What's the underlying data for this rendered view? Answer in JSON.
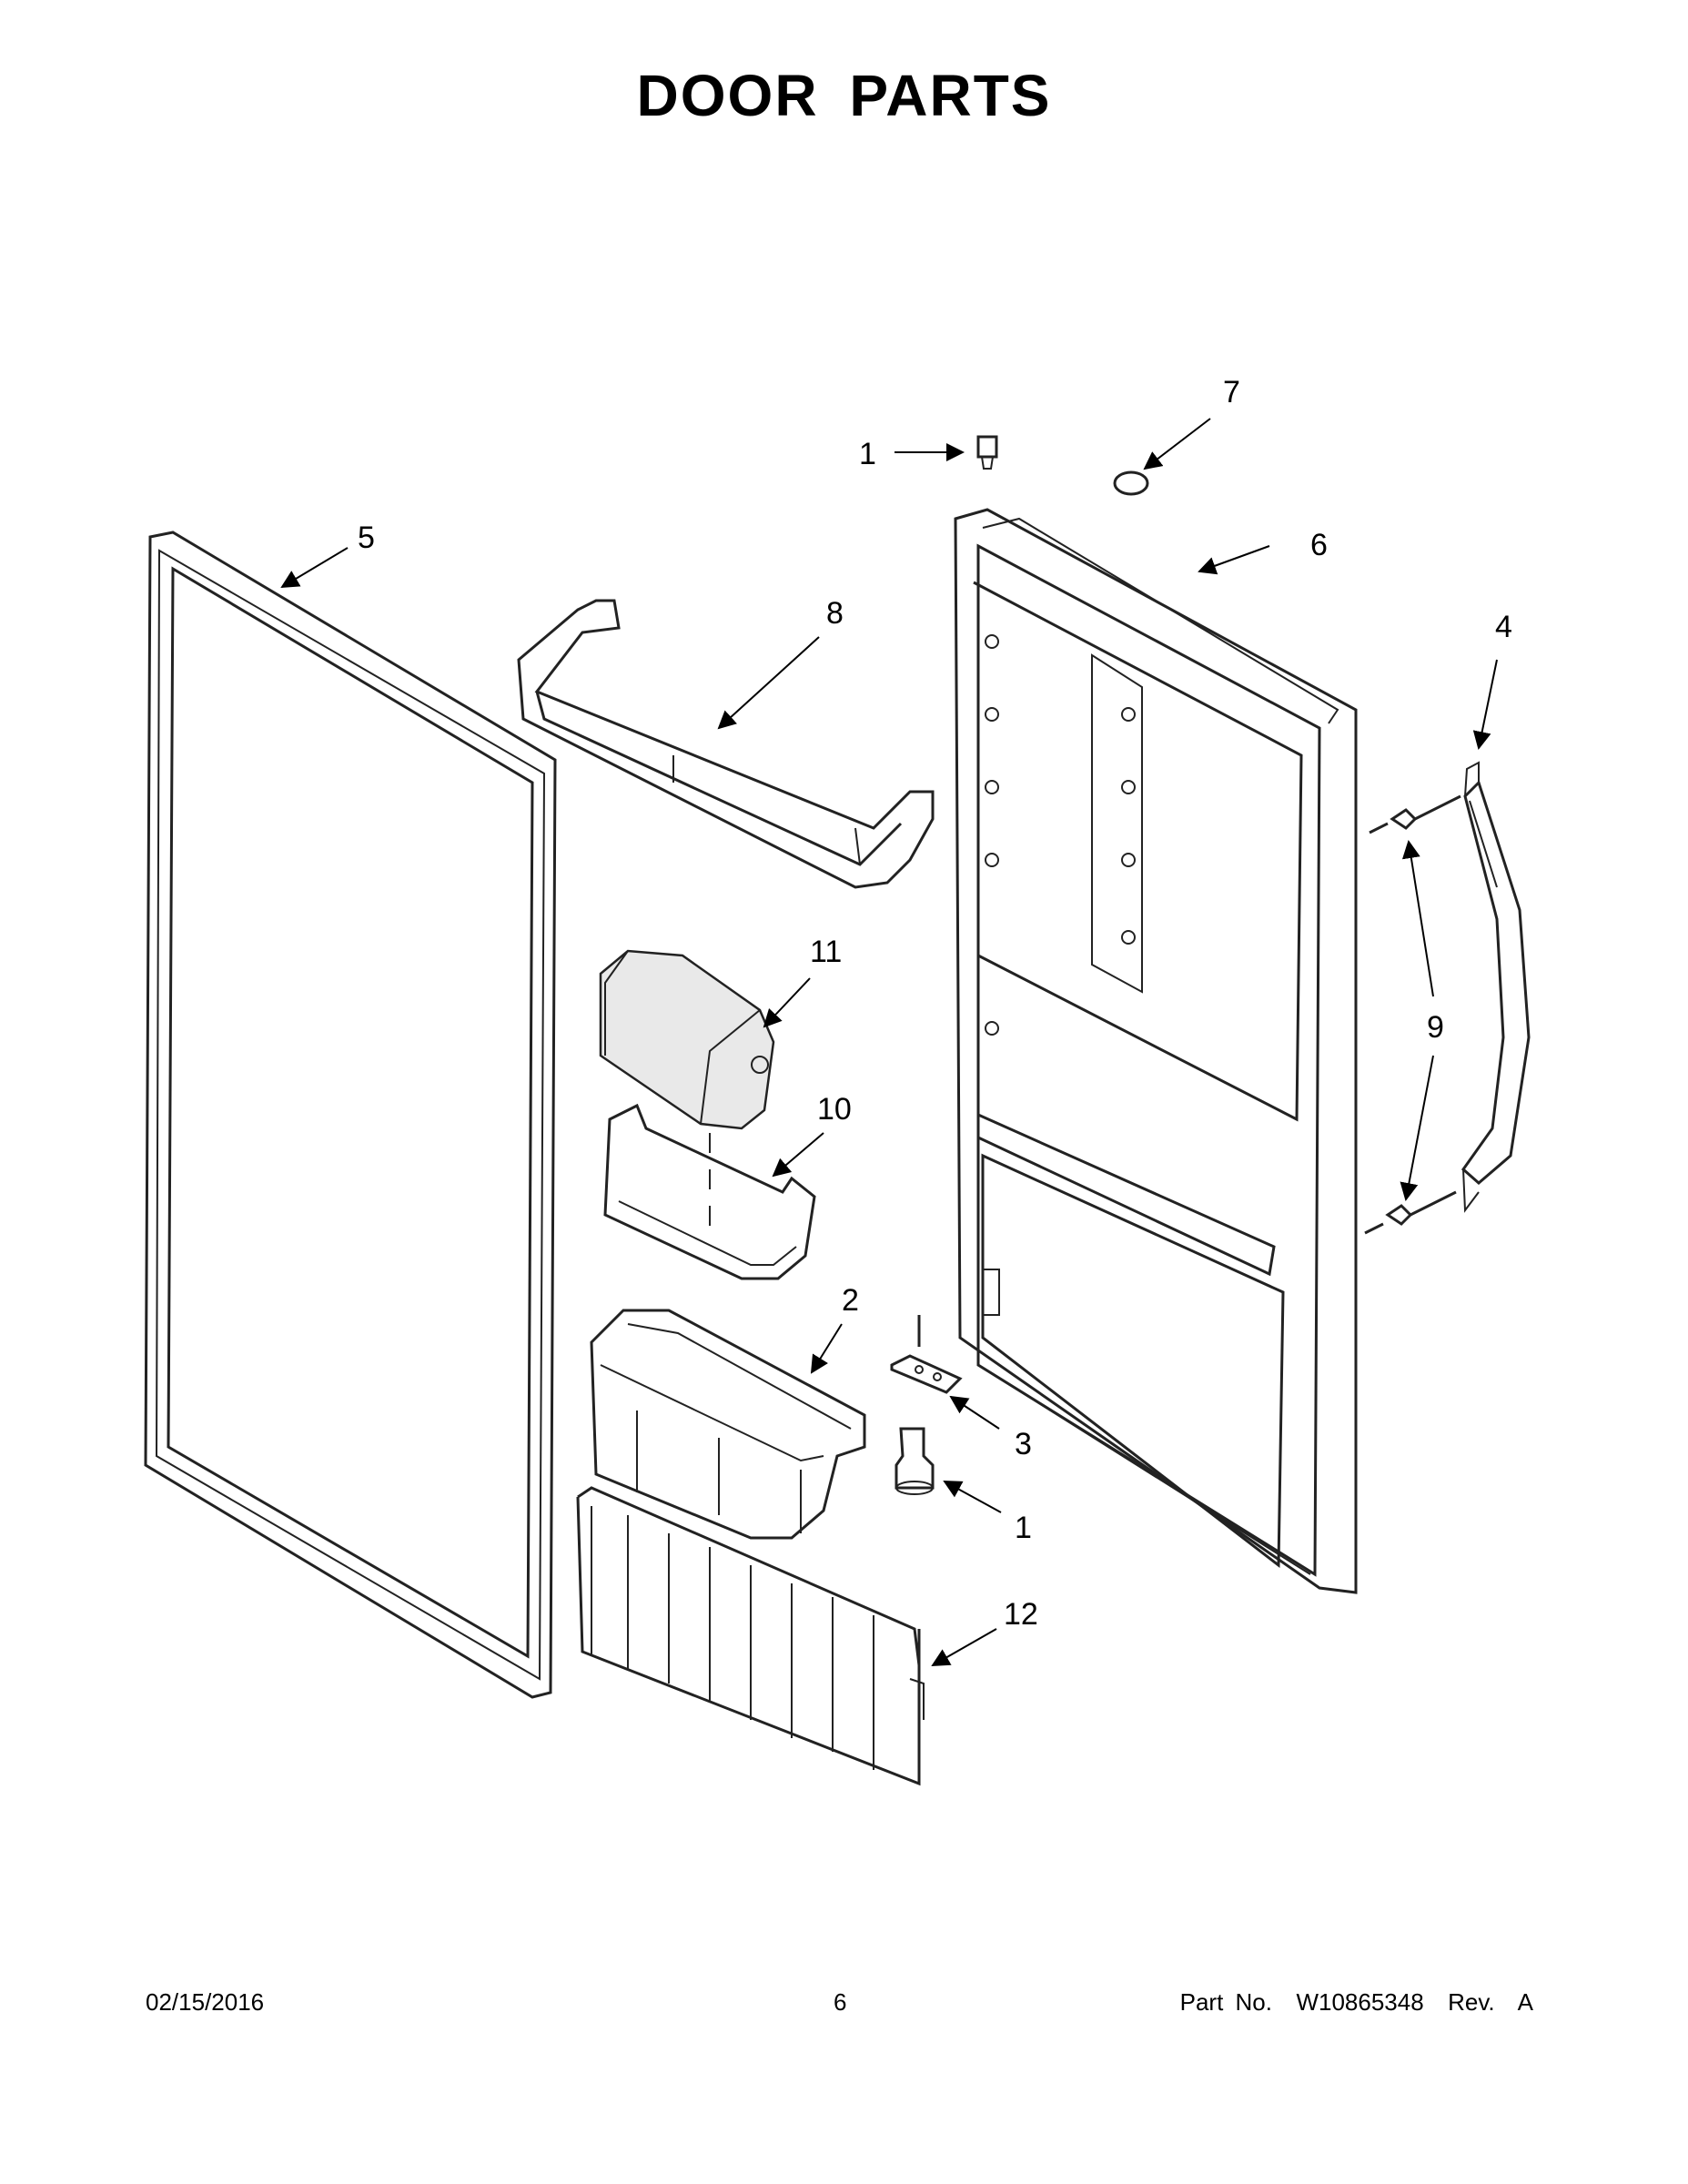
{
  "title": "DOOR PARTS",
  "callouts": [
    {
      "id": "c1a",
      "label": "1"
    },
    {
      "id": "c7",
      "label": "7"
    },
    {
      "id": "c5",
      "label": "5"
    },
    {
      "id": "c6",
      "label": "6"
    },
    {
      "id": "c8",
      "label": "8"
    },
    {
      "id": "c4",
      "label": "4"
    },
    {
      "id": "c11",
      "label": "11"
    },
    {
      "id": "c9",
      "label": "9"
    },
    {
      "id": "c10",
      "label": "10"
    },
    {
      "id": "c2",
      "label": "2"
    },
    {
      "id": "c3",
      "label": "3"
    },
    {
      "id": "c1b",
      "label": "1"
    },
    {
      "id": "c12",
      "label": "12"
    }
  ],
  "footer": {
    "date": "02/15/2016",
    "page": "6",
    "part": "Part No.  W10865348  Rev.  A"
  }
}
